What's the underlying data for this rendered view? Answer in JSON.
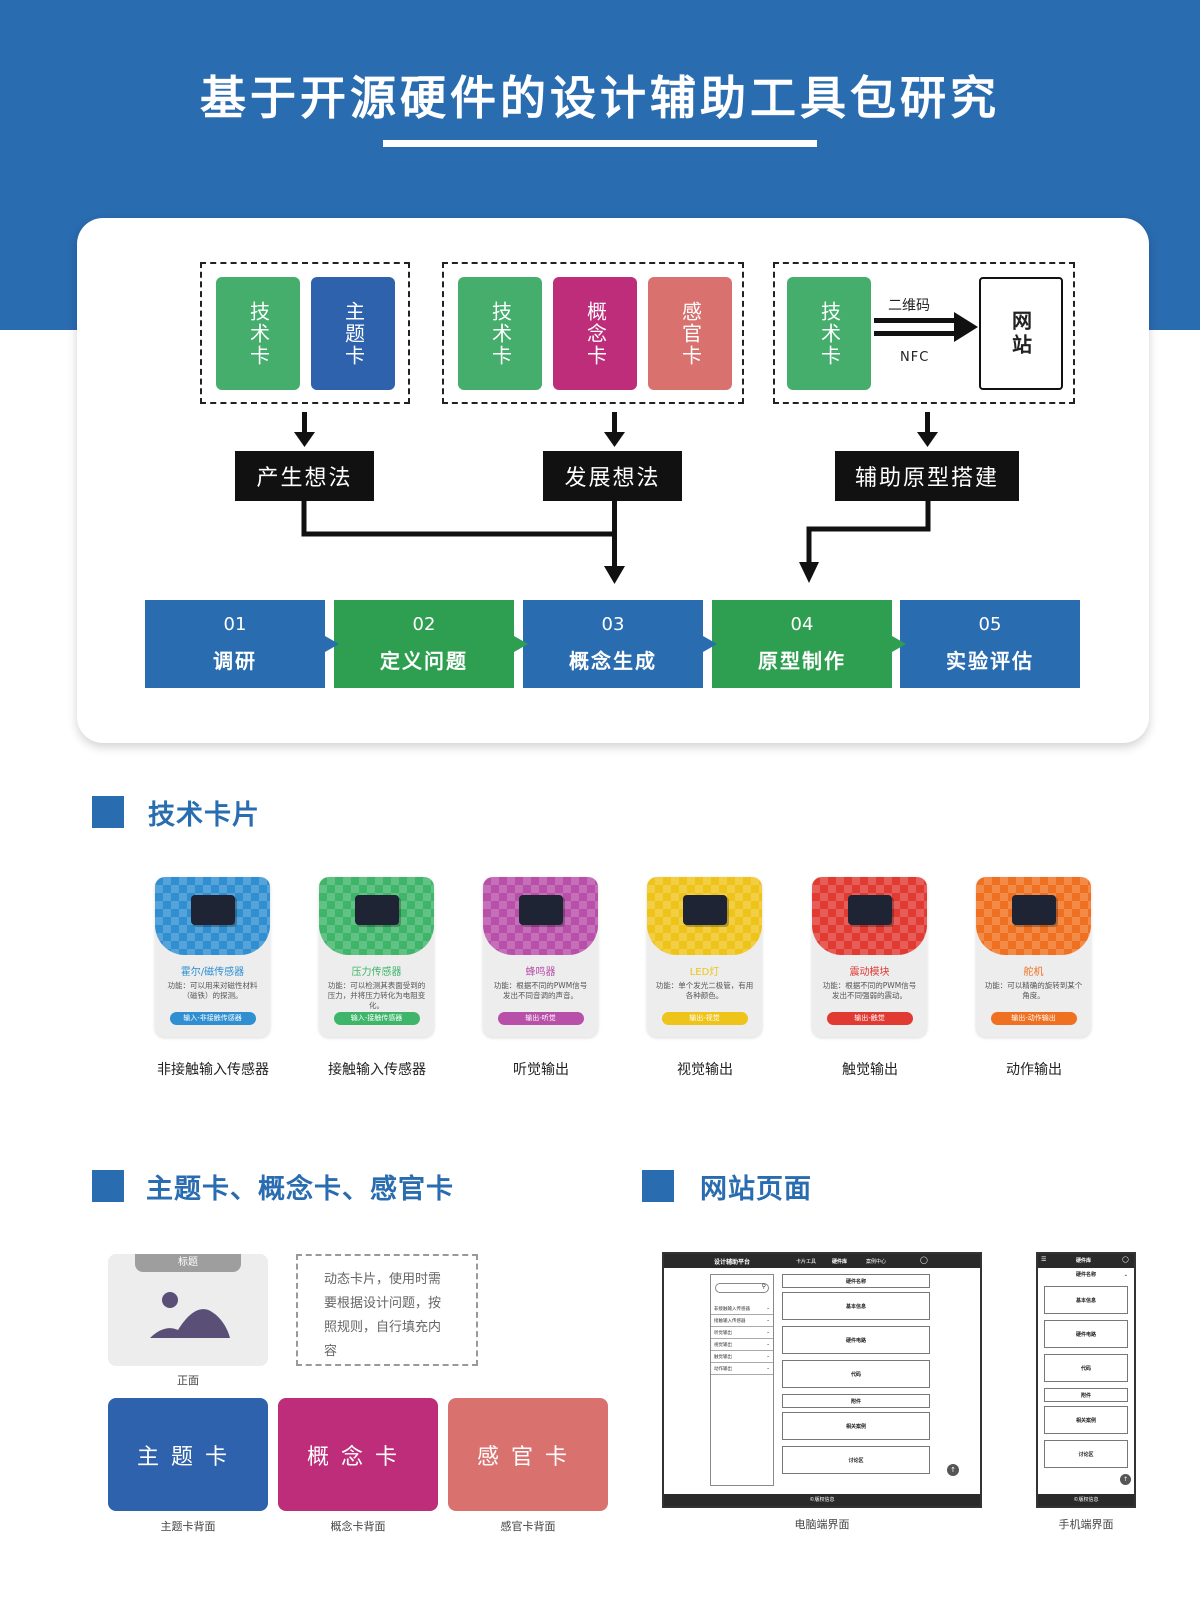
{
  "header": {
    "title": "基于开源硬件的设计辅助工具包研究"
  },
  "flow": {
    "group1": {
      "cards": [
        {
          "label": "技术卡"
        },
        {
          "label": "主题卡"
        }
      ],
      "result": "产生想法"
    },
    "group2": {
      "cards": [
        {
          "label": "技术卡"
        },
        {
          "label": "概念卡"
        },
        {
          "label": "感官卡"
        }
      ],
      "result": "发展想法"
    },
    "group3": {
      "card": "技术卡",
      "qr_label": "二维码",
      "nfc_label": "NFC",
      "site": "网站",
      "result": "辅助原型搭建"
    },
    "steps": [
      {
        "num": "01",
        "name": "调研",
        "color": "#2a6cb0"
      },
      {
        "num": "02",
        "name": "定义问题",
        "color": "#2e9e50"
      },
      {
        "num": "03",
        "name": "概念生成",
        "color": "#2a6cb0"
      },
      {
        "num": "04",
        "name": "原型制作",
        "color": "#2e9e50"
      },
      {
        "num": "05",
        "name": "实验评估",
        "color": "#2a6cb0"
      }
    ]
  },
  "tech_section": {
    "title": "技术卡片",
    "cards": [
      {
        "name": "霍尔/磁传感器",
        "desc": "功能：可以用来对磁性材料（磁铁）的探测。",
        "badge": "输入-非接触传感器",
        "caption": "非接触输入传感器",
        "color": "#2f8fd1"
      },
      {
        "name": "压力传感器",
        "desc": "功能：可以检测其表面受到的压力，并将压力转化为电阻变化。",
        "badge": "输入-接触传感器",
        "caption": "接触输入传感器",
        "color": "#3fb56a"
      },
      {
        "name": "蜂鸣器",
        "desc": "功能：根据不同的PWM信号发出不同音调的声音。",
        "badge": "输出-听觉",
        "caption": "听觉输出",
        "color": "#b84fa8"
      },
      {
        "name": "LED灯",
        "desc": "功能：单个发光二极管，有用各种颜色。",
        "badge": "输出-视觉",
        "caption": "视觉输出",
        "color": "#eec31a"
      },
      {
        "name": "震动模块",
        "desc": "功能：根据不同的PWM信号发出不同强弱的震动。",
        "badge": "输出-触觉",
        "caption": "触觉输出",
        "color": "#e03a32"
      },
      {
        "name": "舵机",
        "desc": "功能：可以精确的旋转到某个角度。",
        "badge": "输出-动作输出",
        "caption": "动作输出",
        "color": "#ef7020"
      }
    ]
  },
  "theme_section": {
    "title": "主题卡、概念卡、感官卡",
    "front_tab": "标题",
    "front_caption": "正面",
    "note": "动态卡片，使用时需要根据设计问题，按照规则，自行填充内容",
    "backs": [
      {
        "label": "主题卡",
        "caption": "主题卡背面",
        "color": "#2f62ad"
      },
      {
        "label": "概念卡",
        "caption": "概念卡背面",
        "color": "#bd2d7a"
      },
      {
        "label": "感官卡",
        "caption": "感官卡背面",
        "color": "#d9716f"
      }
    ]
  },
  "web_section": {
    "title": "网站页面",
    "desktop": {
      "brand": "设计辅助平台",
      "nav": [
        "卡片工具",
        "硬件库",
        "案例中心"
      ],
      "sidebar": [
        "非接触输入传感器",
        "接触输入传感器",
        "听觉输出",
        "视觉输出",
        "触觉输出",
        "动作输出"
      ],
      "boxes": [
        "硬件名称",
        "基本信息",
        "硬件电路",
        "代码",
        "附件",
        "相关案例",
        "讨论区"
      ],
      "footer": "©版权信息",
      "caption": "电脑端界面"
    },
    "mobile": {
      "title": "硬件库",
      "select": "硬件名称",
      "boxes": [
        "基本信息",
        "硬件电路",
        "代码",
        "附件",
        "相关案例",
        "讨论区"
      ],
      "footer": "©版权信息",
      "caption": "手机端界面"
    }
  }
}
